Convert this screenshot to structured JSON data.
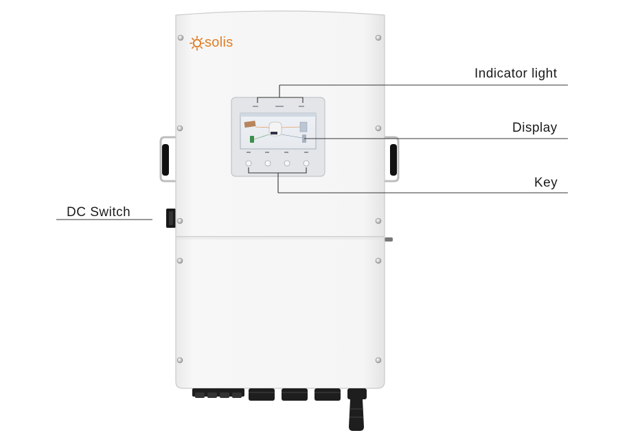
{
  "brand": {
    "name": "solis",
    "color": "#e07f26"
  },
  "callouts": {
    "indicator_light": "Indicator light",
    "display": "Display",
    "key": "Key",
    "dc_switch": "DC Switch"
  },
  "colors": {
    "housing": "#f4f4f4",
    "outline": "#c9c9c9",
    "leader_line": "#333333",
    "connector": "#1e1e1e",
    "handle": "#111111"
  }
}
